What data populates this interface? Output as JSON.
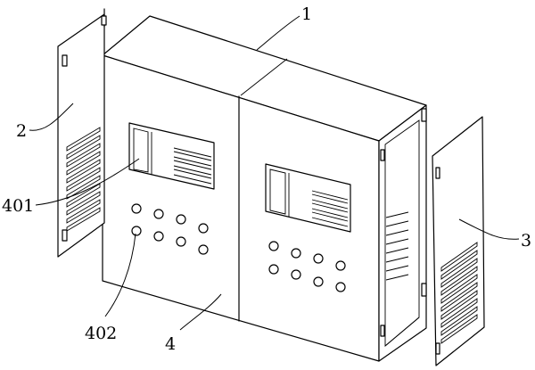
{
  "labels": {
    "cabinet": "1",
    "left_side_panel": "2",
    "right_side_panel": "3",
    "front_door": "4",
    "window": "401",
    "knob": "402"
  },
  "colors": {
    "line": "#000000",
    "background": "#ffffff"
  }
}
